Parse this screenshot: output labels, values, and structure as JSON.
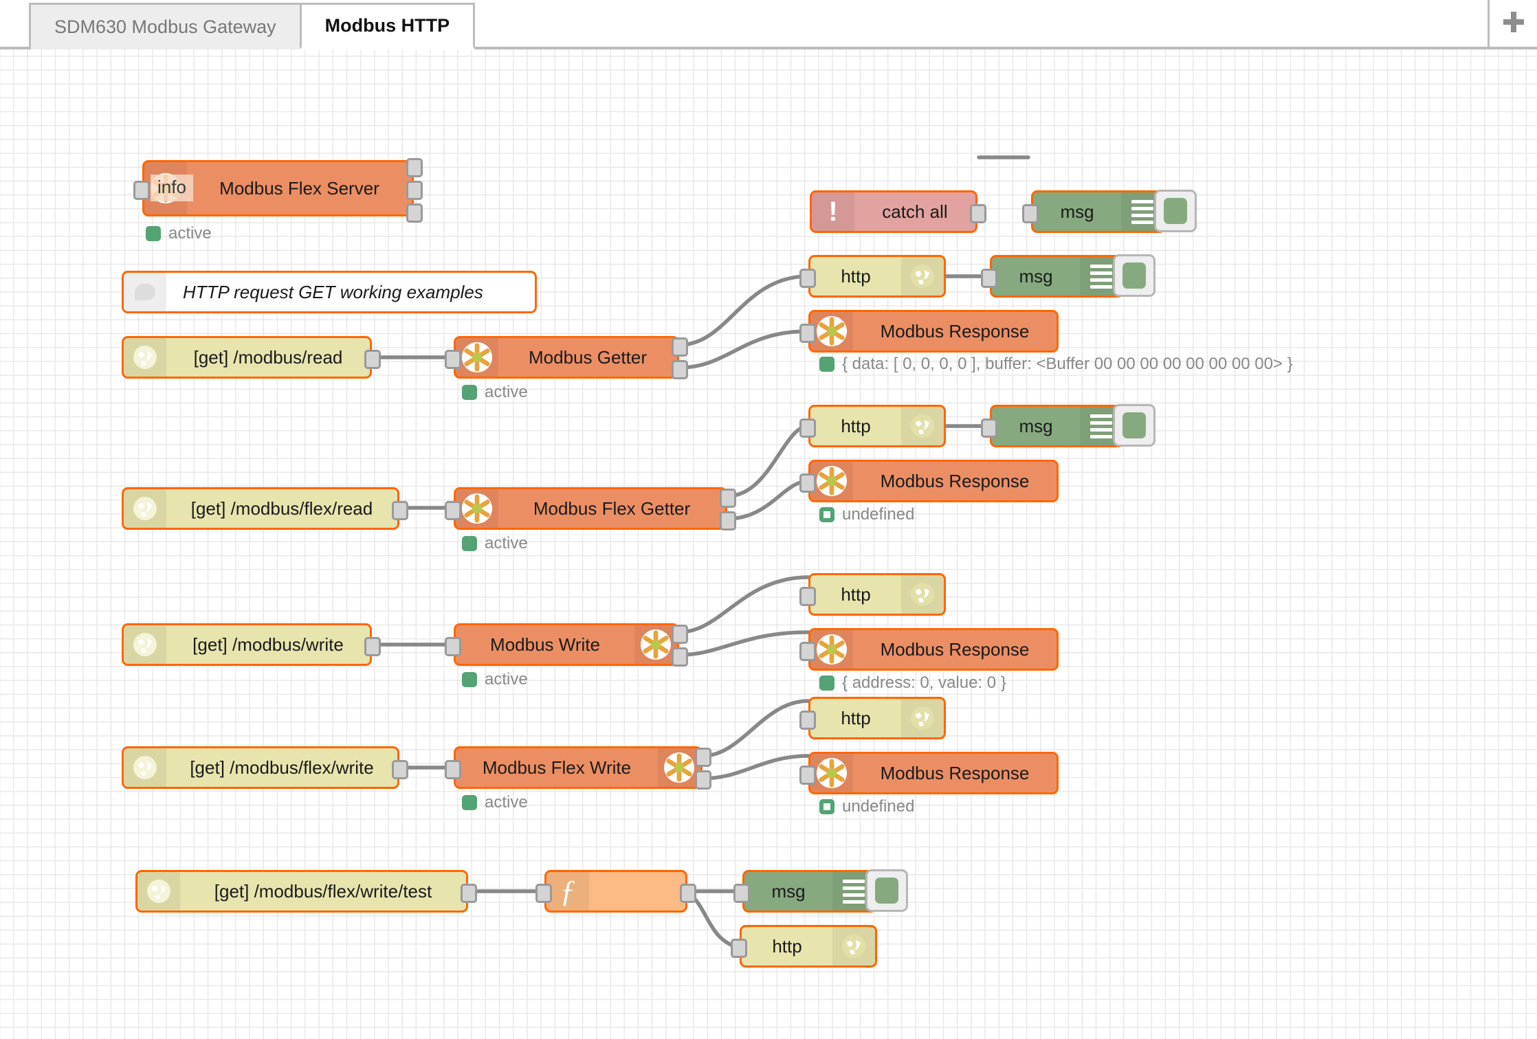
{
  "window": {
    "tabs": [
      {
        "label": "SDM630 Modbus Gateway",
        "active": false
      },
      {
        "label": "Modbus HTTP",
        "active": true
      }
    ],
    "add_tab_icon": "plus-icon"
  },
  "tooltip": {
    "text": "info"
  },
  "nodes": {
    "flex_server": {
      "label": "Modbus Flex Server",
      "icon": "modbus-icon",
      "status": "active"
    },
    "catch_all": {
      "label": "catch all",
      "icon": "warning-icon"
    },
    "catch_debug": {
      "label": "msg",
      "icon": "debug-lines-icon"
    },
    "comment": {
      "label": "HTTP request GET working examples",
      "icon": "comment-bubble-icon"
    },
    "http_in_read": {
      "label": "[get] /modbus/read",
      "icon": "globe-icon"
    },
    "getter": {
      "label": "Modbus Getter",
      "icon": "modbus-icon",
      "status": "active"
    },
    "http_resp_1": {
      "label": "http",
      "icon": "globe-icon"
    },
    "debug_1": {
      "label": "msg",
      "icon": "debug-lines-icon"
    },
    "modbus_resp_1": {
      "label": "Modbus Response",
      "icon": "modbus-icon",
      "status": "{ data: [ 0, 0, 0, 0 ], buffer: <Buffer 00 00 00 00 00 00 00 00> }"
    },
    "http_in_flexread": {
      "label": "[get] /modbus/flex/read",
      "icon": "globe-icon"
    },
    "flex_getter": {
      "label": "Modbus Flex Getter",
      "icon": "modbus-icon",
      "status": "active"
    },
    "http_resp_2": {
      "label": "http",
      "icon": "globe-icon"
    },
    "debug_2": {
      "label": "msg",
      "icon": "debug-lines-icon"
    },
    "modbus_resp_2": {
      "label": "Modbus Response",
      "icon": "modbus-icon",
      "status": "undefined"
    },
    "http_in_write": {
      "label": "[get] /modbus/write",
      "icon": "globe-icon"
    },
    "writer": {
      "label": "Modbus Write",
      "icon": "modbus-icon",
      "status": "active"
    },
    "http_resp_3": {
      "label": "http",
      "icon": "globe-icon"
    },
    "modbus_resp_3": {
      "label": "Modbus Response",
      "icon": "modbus-icon",
      "status": "{ address: 0, value: 0 }"
    },
    "http_in_flexwrite": {
      "label": "[get] /modbus/flex/write",
      "icon": "globe-icon"
    },
    "flex_writer": {
      "label": "Modbus Flex Write",
      "icon": "modbus-icon",
      "status": "active"
    },
    "http_resp_4": {
      "label": "http",
      "icon": "globe-icon"
    },
    "modbus_resp_4": {
      "label": "Modbus Response",
      "icon": "modbus-icon",
      "status": "undefined"
    },
    "http_in_test": {
      "label": "[get] /modbus/flex/write/test",
      "icon": "globe-icon"
    },
    "function_node": {
      "label": "",
      "icon": "function-icon"
    },
    "debug_3": {
      "label": "msg",
      "icon": "debug-lines-icon"
    },
    "http_resp_5": {
      "label": "http",
      "icon": "globe-icon"
    }
  },
  "colors": {
    "node_border": "#ff6600",
    "modbus": "#ec8e64",
    "http": "#e7e4ae",
    "debug": "#87a980",
    "catch": "#e2a2a0",
    "function": "#fcba84",
    "status_green": "#53a374",
    "wire": "#888888",
    "grid": "#e8e8e8"
  }
}
